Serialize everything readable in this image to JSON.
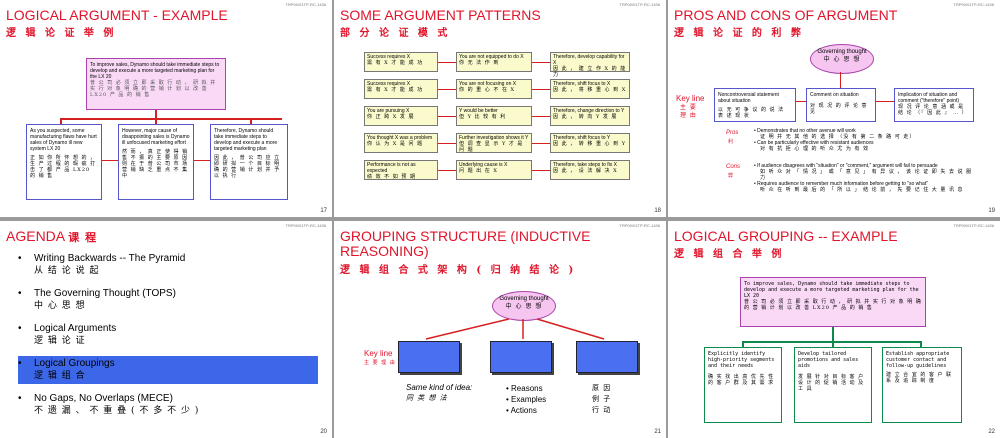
{
  "slides": [
    {
      "title": "LOGICAL ARGUMENT - EXAMPLE",
      "subtitle": "逻 辑 论 证 举 例",
      "number": "17",
      "header": "TRP00/01TP-RC-1436",
      "top_box_en": "To improve sales, Dynamo should take immediate steps to develop and execute a more targeted marketing plan for the LX 20",
      "top_box_cn": "普 公 司 必 须 立 即 采 取 行 动 ， 研 拟 并 实 行 对 象 明 确 的 营 销 计 划 以 改 善 LX20 产 品 的 销 售",
      "boxes": [
        {
          "en": "As you suspected, some manufacturing flaws have hurt sales of Dynamo ill new system LX 20",
          "cn": "正 如 你 所 怀 想 的 ， 生 产 过 程 的 瑕 疵 打 击 了 都 产 品 LX20 的 销 售"
        },
        {
          "en": "However, major cause of disappointing sales is Dynamo ill unfocused marketing effort",
          "cn": "然 而 ， 真 正 使 得 销 售 不 振 的 主 要 原 因 则 在 于 普 公 司 市 场 营 销 缺 乏 重 点 不 集 中"
        },
        {
          "en": "Therefore, Dynamo should take immediate steps to develop and execute a more targeted marketing plan",
          "cn": "因 此 ， 普 公 司 应 立 即 研 拟 一 个 目 标 明 确 的 营 销 计 划 并 予 以 执 行"
        }
      ]
    },
    {
      "title": "SOME ARGUMENT PATTERNS",
      "subtitle": "部 分 论 证 模 式",
      "number": "18",
      "header": "TRP00/01TP-RC-1436",
      "rows": [
        {
          "a": "Success requires X",
          "a_cn": "需 有 X 才 能 成 功",
          "b": "You are not equipped to do X",
          "b_cn": "你 无 法 作 到",
          "c": "Therefore, develop capability for X",
          "c_cn": "因 此 ， 建 立 作 X 的 能 力"
        },
        {
          "a": "Success requires X",
          "a_cn": "需 有 X 才 能 成 功",
          "b": "You are not focusing on X",
          "b_cn": "你 的 重 心 不 在 X",
          "c": "Therefore, shift focus to X",
          "c_cn": "因 此 ， 将 移 重 心 到 X"
        },
        {
          "a": "You are pursuing X",
          "a_cn": "你 正 跨 X 发 展",
          "b": "Y would be better",
          "b_cn": "但 Y 比 较 有 利",
          "c": "Therefore, change direction to Y",
          "c_cn": "因 此 ， 转 向 Y 发 展"
        },
        {
          "a": "You thought X was a problem",
          "a_cn": "你 认 为 X 是 问 题",
          "b": "Further investigation shows it Y",
          "b_cn": "但 调 查 显 示 Y 才 是 问 题",
          "c": "Therefore, shift focus to Y",
          "c_cn": "因 此 ， 转 移 重 心 到 Y"
        },
        {
          "a": "Performance is not as expected",
          "a_cn": "绩 效 不 如 预 期",
          "b": "Underlying cause is X",
          "b_cn": "问 题 出 在 X",
          "c": "Therefore, take steps to fix X",
          "c_cn": "因 此 ， 设 法 解 决 X"
        }
      ]
    },
    {
      "title": "PROS AND CONS OF ARGUMENT",
      "subtitle": "逻 辑 论 证 的 利 弊",
      "number": "19",
      "header": "TRP00/01TP-RC-1436",
      "governing_en": "Governing thought",
      "governing_cn": "中 心 思 想",
      "key_line": "Key line",
      "key_line_cn": "主 要 理 由",
      "boxes": [
        {
          "en": "Noncontroversial statement about situation",
          "cn": "以 无 可 争 议 的 说 法 表 述 现 状"
        },
        {
          "en": "Comment on situation",
          "cn": "对 现 况 的 评 论 意 见"
        },
        {
          "en": "Implication of situation and comment (\"therefore\" point)",
          "cn": "现 况 评 论 意 涵 或 是 结 论 （『 因 此 』 … ）"
        }
      ],
      "pros_label": "Pros",
      "pros_cn": "利",
      "pros": [
        {
          "en": "Demonstrates that no other avenue will work",
          "cn": "证 明 并 无 其 他 的 选 择 （没 有 第 二 条 路 可 走）"
        },
        {
          "en": "Can be particularly effective with resistant audiences",
          "cn": "对 有 抗 拒 心 理 的 听 众 尤 为 有 效"
        }
      ],
      "cons_label": "Cons",
      "cons_cn": "弊",
      "cons": [
        {
          "en": "If audience disagrees with \"situation\" or \"comment,\" argument will fail to persuade",
          "cn": "如 听 众 对 「 情 况 」 或 「 意 见 」 有 异 议 ， 该 论 证 即 失 去 说 服 力"
        },
        {
          "en": "Requires audience to remember much information before getting to \"so what\"",
          "cn": "听 众 在 听 到 最 后 的 「 所 以 」 结 论 前 ， 先 要 记 住 大 量 讯 息"
        }
      ]
    },
    {
      "title": "AGENDA",
      "title_cn": "课 程",
      "number": "20",
      "header": "TRP00/01TP-RC-1436",
      "items": [
        {
          "en": "Writing Backwards -- The Pyramid",
          "cn": "从 结 论 说 起"
        },
        {
          "en": "The Governing Thought (TOPS)",
          "cn": "中 心 思 想"
        },
        {
          "en": "Logical Arguments",
          "cn": "逻 辑 论 证"
        },
        {
          "en": "Logical Groupings",
          "cn": "逻 辑 组 合"
        },
        {
          "en": "No Gaps, No Overlaps (MECE)",
          "cn": "不 遗 漏 、 不 重 叠 ( 不 多 不 少 )"
        }
      ],
      "selected_index": 3
    },
    {
      "title": "GROUPING STRUCTURE (INDUCTIVE REASONING)",
      "subtitle": "逻 辑 组 合 式 架 构 ( 归 纳 结 论 )",
      "number": "21",
      "header": "TRP00/01TP-RC-1436",
      "governing_en": "Governing thought",
      "governing_cn": "中 心 思 想",
      "key_line": "Key line",
      "key_line_cn": "主 要 理 由 内",
      "same_kind": "Same kind of idea:",
      "same_kind_cn": "同 类 想 法",
      "bullets": [
        {
          "en": "Reasons",
          "cn": "原 因"
        },
        {
          "en": "Examples",
          "cn": "例 子"
        },
        {
          "en": "Actions",
          "cn": "行 动"
        }
      ]
    },
    {
      "title": "LOGICAL GROUPING -- EXAMPLE",
      "subtitle": "逻 辑 组 合 举 例",
      "number": "22",
      "header": "TRP00/01TP-RC-1436",
      "top_box_en": "To improve sales, Dynamo should take immediate steps to develop and execute a more targeted marketing plan for the LX 20",
      "top_box_cn": "普 公 司 必 须 立 即 采 取 行 动 ， 研 拟 并 实 行 对 象 明 确 的 营 销 计 划 以 改 善 LX20 产 品 的 销 售",
      "boxes": [
        {
          "en": "Explicitly identify high-priority segments and their needs",
          "cn": "确 实 找 出 高 优 先 性 的 客 户 群 及 其 需 求"
        },
        {
          "en": "Develop tailored promotions and sales aids",
          "cn": "发 展 针 对 目 标 客 户 设 计 的 促 销 活 动 及 工 具"
        },
        {
          "en": "Establish appropriate customer contact and follow-up guidelines",
          "cn": "建 立 合 宜 的 客 户 联 系 及 追 踪 制 度"
        }
      ]
    }
  ]
}
